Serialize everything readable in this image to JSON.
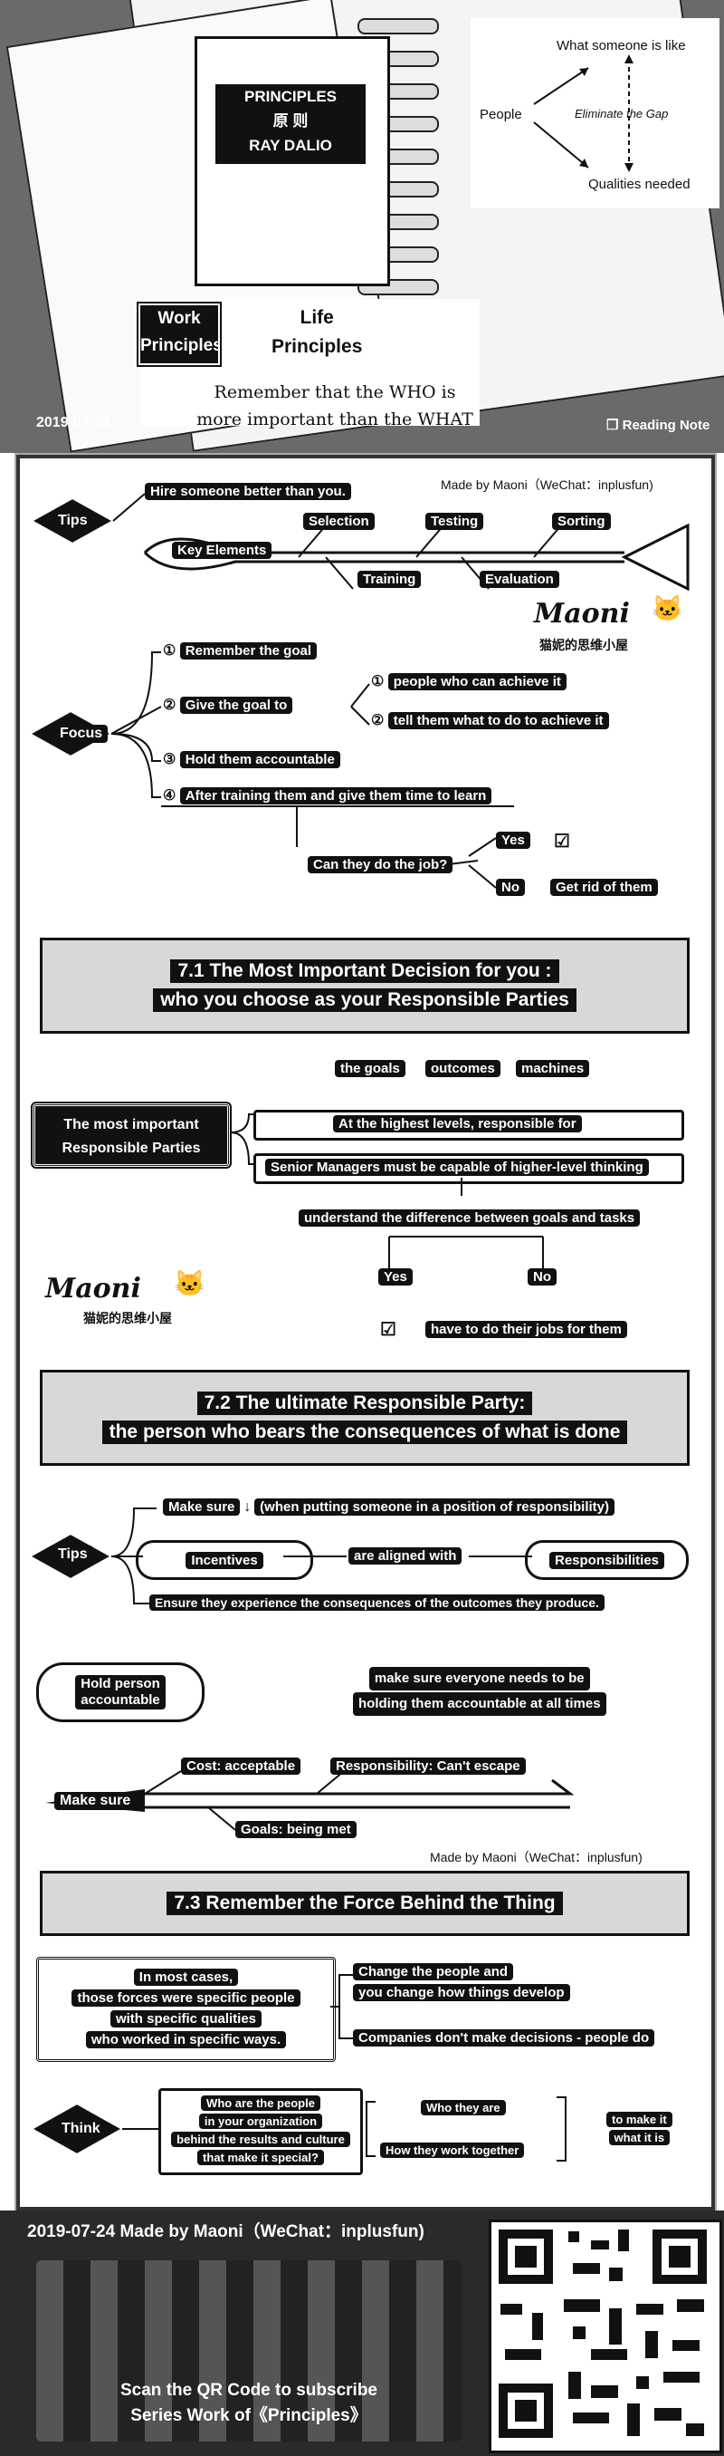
{
  "header": {
    "book_title": "PRINCIPLES",
    "book_title_cn": "原 则",
    "book_author": "RAY DALIO",
    "diagram": {
      "people": "People",
      "what_like": "What someone is like",
      "eliminate": "Eliminate the Gap",
      "qualities": "Qualities needed"
    },
    "work_principles_1": "Work",
    "work_principles_2": "Principles",
    "life_principles_1": "Life",
    "life_principles_2": "Principles",
    "remember_1": "Remember that the WHO is",
    "remember_2": "more important than the WHAT",
    "date": "2019-07-24",
    "reading_note": "Reading Note"
  },
  "credit_top": "Made by Maoni（WeChat：inplusfun)",
  "tips1": {
    "label": "Tips",
    "hire": "Hire someone better than you.",
    "key_elements": "Key Elements",
    "selection": "Selection",
    "testing": "Testing",
    "sorting": "Sorting",
    "training": "Training",
    "evaluation": "Evaluation"
  },
  "logo": {
    "name": "Maoni",
    "cn": "猫妮的思维小屋"
  },
  "focus": {
    "label": "Focus",
    "n1": "①",
    "remember_goal": "Remember the goal",
    "n2": "②",
    "give_goal": "Give the goal to",
    "c1": "①",
    "people_can": "people who can achieve it",
    "c2": "②",
    "tell_them": "tell them what to do to achieve it",
    "n3": "③",
    "hold_them": "Hold them accountable",
    "n4": "④",
    "after_training": "After training them and give them time to learn",
    "can_they": "Can they do the job?",
    "yes": "Yes",
    "no": "No",
    "get_rid": "Get rid of them"
  },
  "section1": {
    "line1": "7.1 The Most Important Decision for you :",
    "line2": "who you choose as your Responsible Parties"
  },
  "parties": {
    "goals": "the goals",
    "outcomes": "outcomes",
    "machines": "machines",
    "most_important_1": "The most important",
    "most_important_2": "Responsible Parties",
    "highest_levels": "At the highest levels, responsible for",
    "senior_managers": "Senior Managers must be capable of higher-level thinking",
    "understand": "understand the difference between goals and tasks",
    "yes": "Yes",
    "no": "No",
    "have_to": "have to do their jobs for them"
  },
  "section2": {
    "line1": "7.2 The ultimate Responsible Party:",
    "line2": "the person who bears the consequences of what is done"
  },
  "tips2": {
    "label": "Tips",
    "make_sure": "Make sure",
    "arrow": "↓",
    "when_putting": "(when putting someone in a position of responsibility)",
    "incentives": "Incentives",
    "aligned": "are aligned with",
    "responsibilities": "Responsibilities",
    "ensure": "Ensure they experience the consequences of the outcomes they produce."
  },
  "hold": {
    "label_1": "Hold person",
    "label_2": "accountable",
    "text_1": "make sure everyone needs to be",
    "text_2": "holding them accountable at all times"
  },
  "makesure": {
    "label": "Make sure",
    "cost": "Cost: acceptable",
    "responsibility": "Responsibility: Can't escape",
    "goals": "Goals: being met"
  },
  "credit_mid": "Made by Maoni（WeChat：inplusfun)",
  "section3": {
    "line1": "7.3 Remember the Force Behind the Thing"
  },
  "forces": {
    "l1": "In most cases,",
    "l2": "those forces were specific people",
    "l3": "with specific qualities",
    "l4": "who worked in specific ways.",
    "change_1": "Change the people and",
    "change_2": "you change how things develop",
    "companies": "Companies don't make decisions - people do"
  },
  "think": {
    "label": "Think",
    "q1": "Who are the people",
    "q2": "in your organization",
    "q3": "behind the results and culture",
    "q4": "that make it special?",
    "who_they_are": "Who they are",
    "how_together": "How they work together",
    "to_make_1": "to make it",
    "to_make_2": "what it is"
  },
  "footer": {
    "credit": "2019-07-24 Made by Maoni（WeChat：inplusfun)",
    "scan": "Scan the QR Code to subscribe",
    "series": "Series Work of《Principles》"
  }
}
